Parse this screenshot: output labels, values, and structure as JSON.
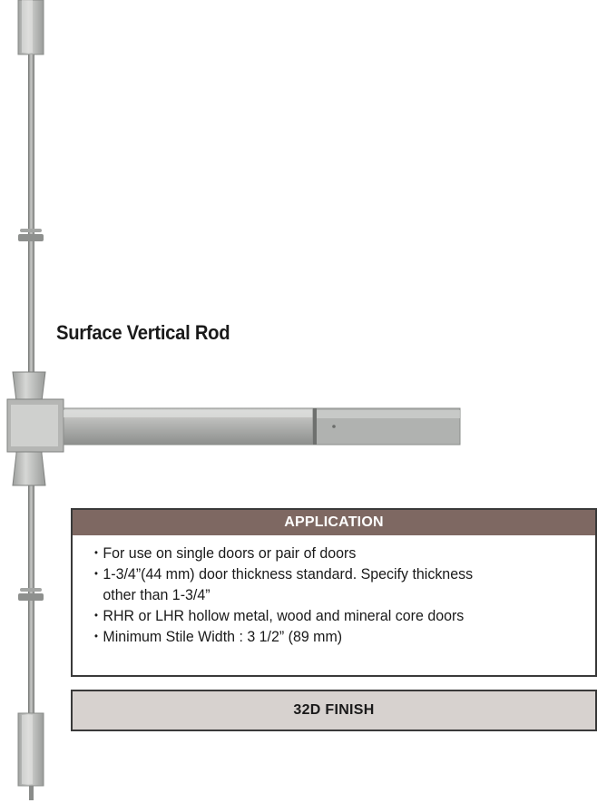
{
  "title": "Surface Vertical Rod",
  "application": {
    "header": "APPLICATION",
    "items": [
      "For use on single doors or pair of doors",
      "1-3/4”(44 mm) door thickness standard. Specify thickness",
      "other than 1-3/4”",
      "RHR or LHR hollow metal, wood and mineral core doors",
      "Minimum Stile Width : 3 1/2” (89 mm)"
    ]
  },
  "finish": "32D FINISH",
  "colors": {
    "header_bg": "#7e6862",
    "finish_bg": "#d7d2cf",
    "metal": "#a8aaa8"
  },
  "image": {
    "icon": "exit-device-image"
  }
}
